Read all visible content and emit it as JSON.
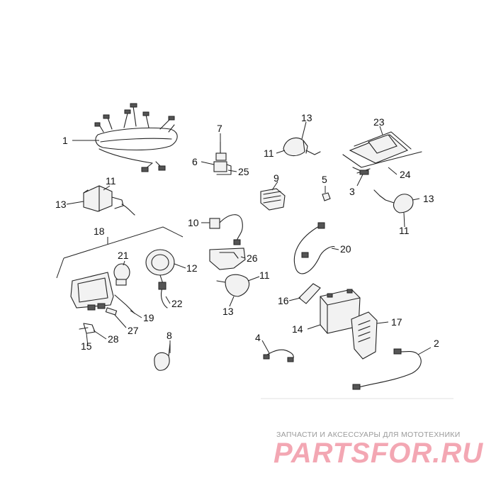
{
  "diagram": {
    "callouts": [
      "1",
      "2",
      "3",
      "4",
      "5",
      "6",
      "7",
      "8",
      "9",
      "10",
      "11",
      "11",
      "11",
      "11",
      "12",
      "13",
      "13",
      "13",
      "13",
      "14",
      "15",
      "16",
      "17",
      "18",
      "19",
      "20",
      "21",
      "22",
      "23",
      "24",
      "25",
      "26",
      "27",
      "28"
    ]
  },
  "watermark": {
    "tagline": "ЗАПЧАСТИ И АКСЕССУАРЫ ДЛЯ МОТОТЕХНИКИ",
    "logo": "PARTSFOR.RU"
  }
}
